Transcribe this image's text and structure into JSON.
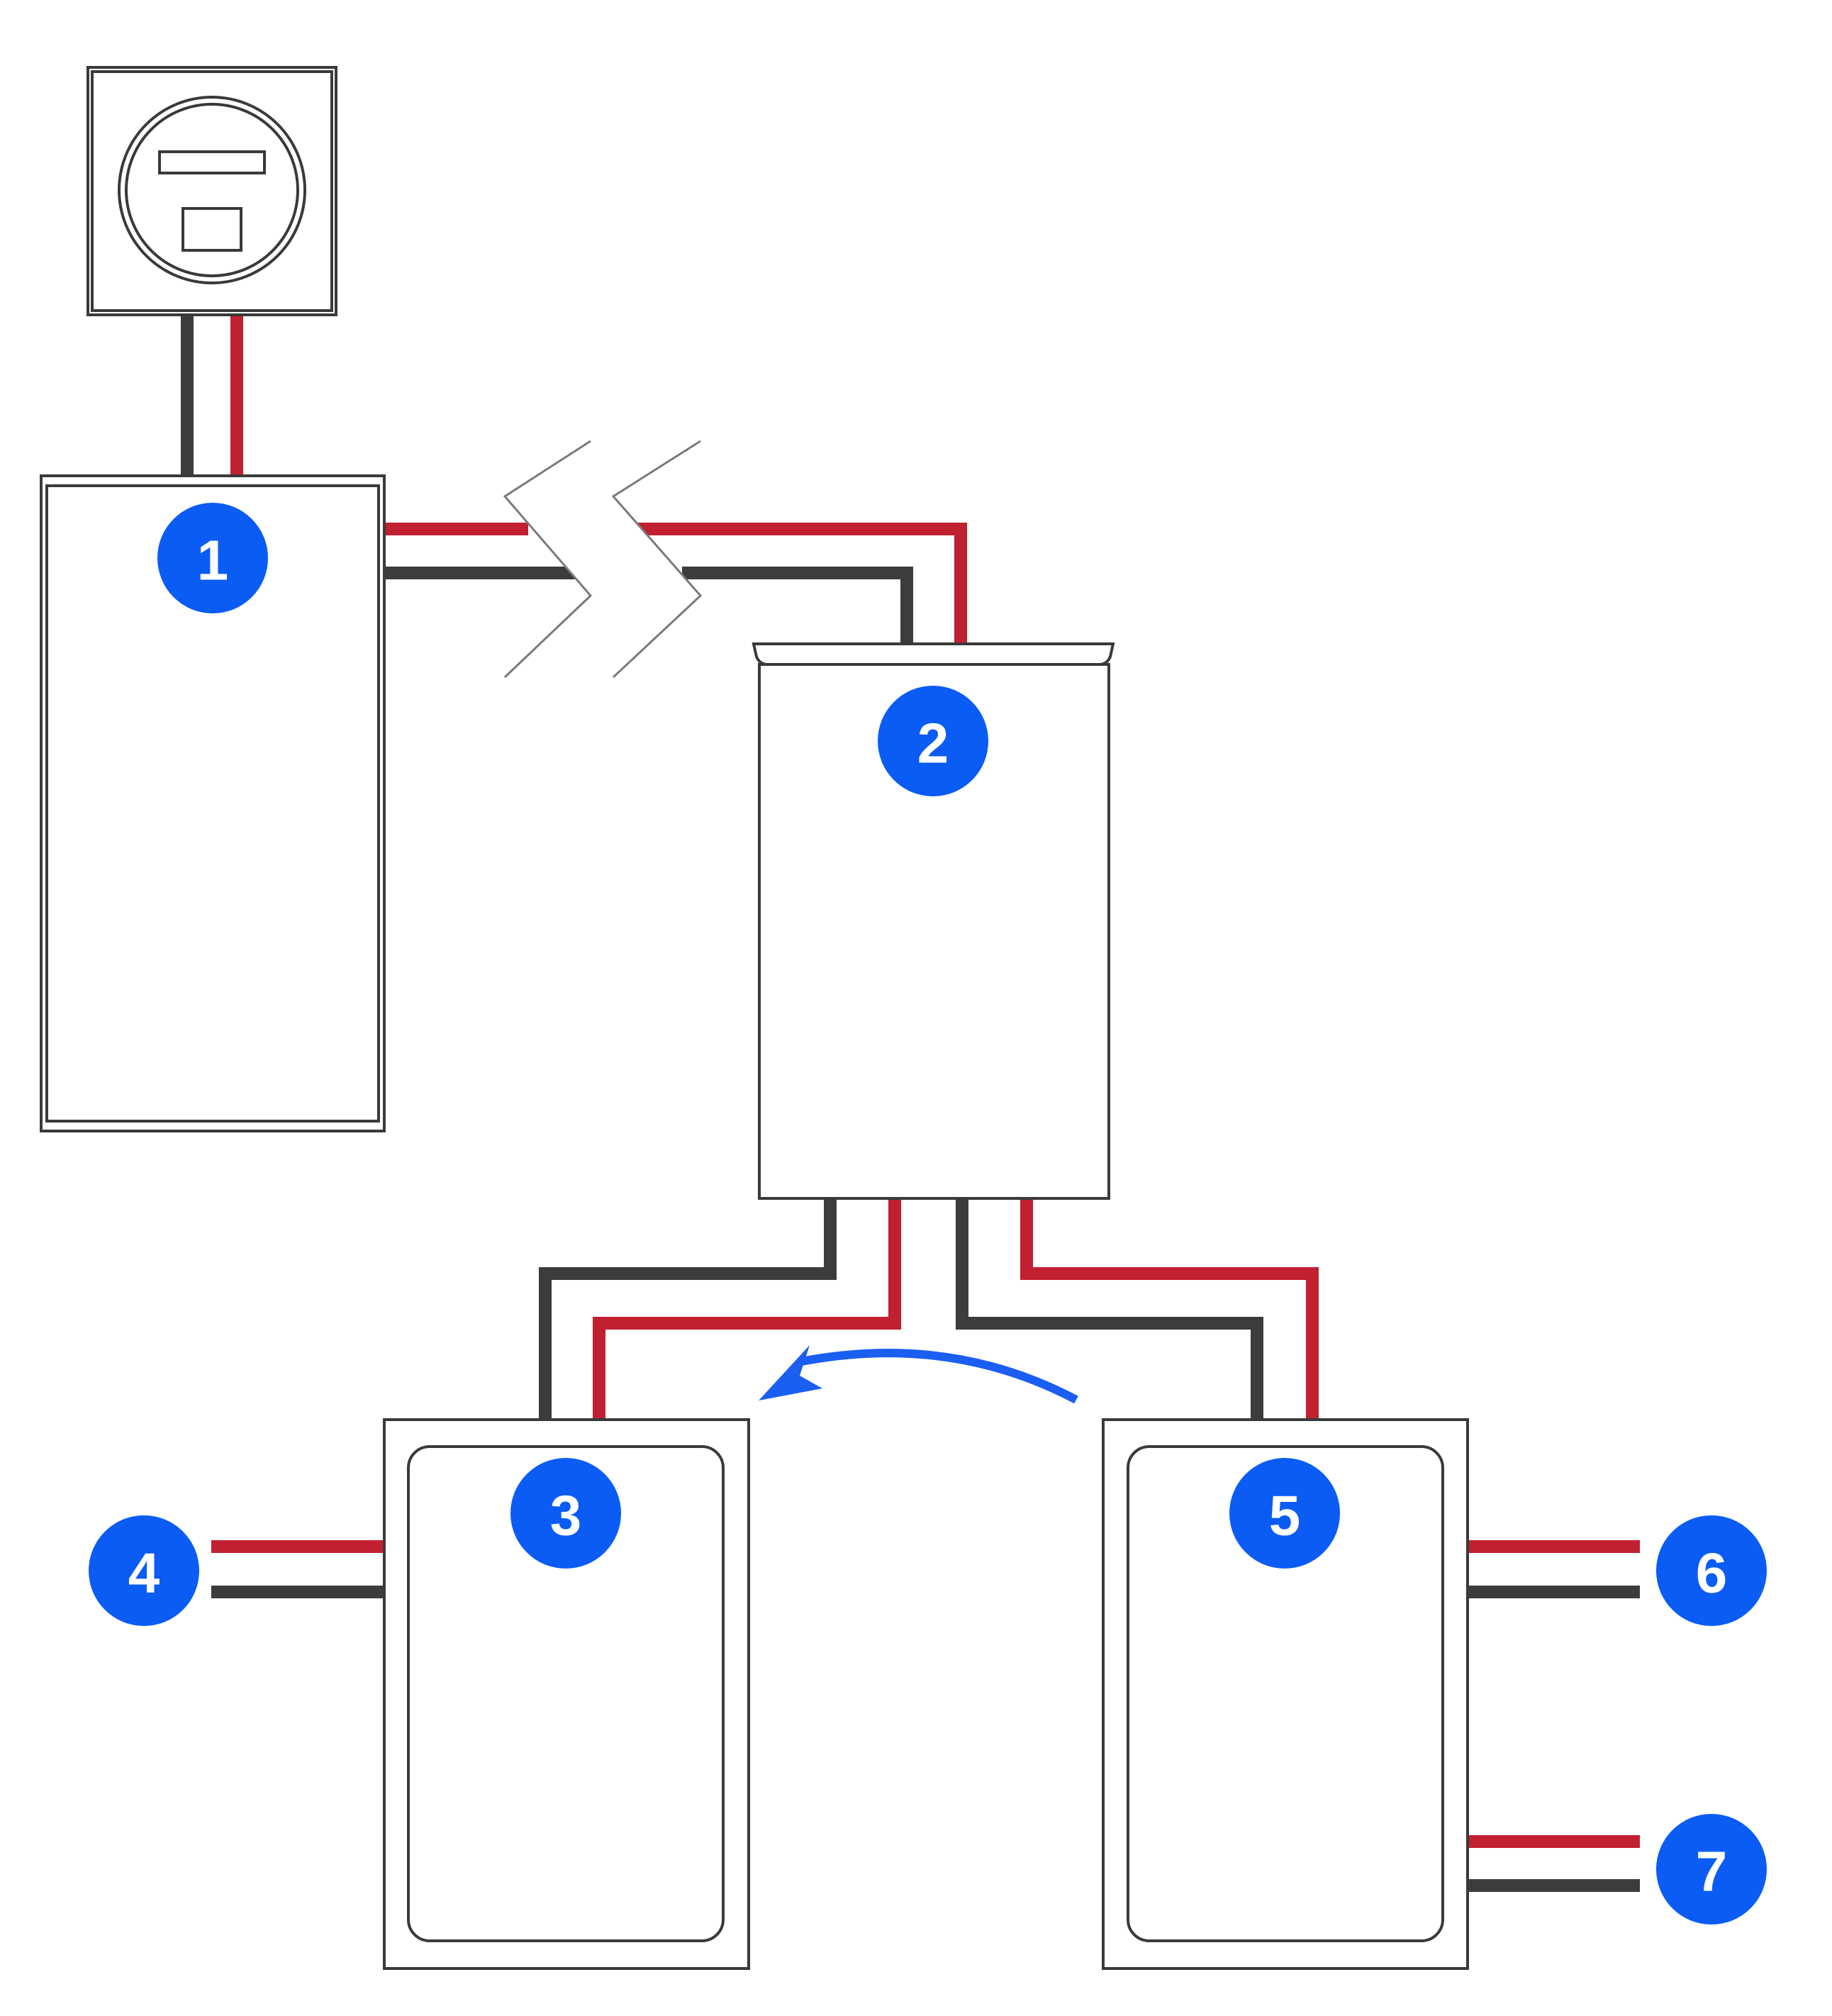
{
  "colors": {
    "hot": "#c0202f",
    "neutral": "#3c3c3e",
    "outline": "#3a3a3a",
    "break_lines": "#7a7a7a",
    "badge": "#0a5cf5",
    "arrow": "#1a5ef2",
    "background": "#ffffff"
  },
  "labels": {
    "badge_1": "1",
    "badge_2": "2",
    "badge_3": "3",
    "badge_4": "4",
    "badge_5": "5",
    "badge_6": "6",
    "badge_7": "7"
  },
  "icons": {
    "meter": "electric-meter-icon",
    "break": "wire-break-symbol",
    "arrow": "curved-arrow-icon"
  }
}
